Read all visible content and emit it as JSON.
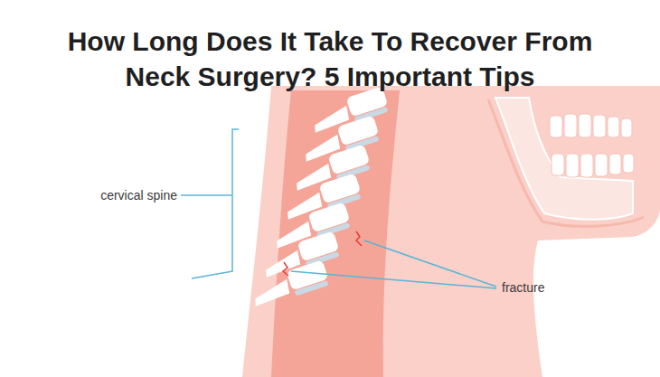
{
  "diagram": {
    "title": "How Long Does It Take To Recover From Neck Surgery? 5 Important Tips",
    "labels": [
      "cervical spine",
      "fracture"
    ]
  }
}
